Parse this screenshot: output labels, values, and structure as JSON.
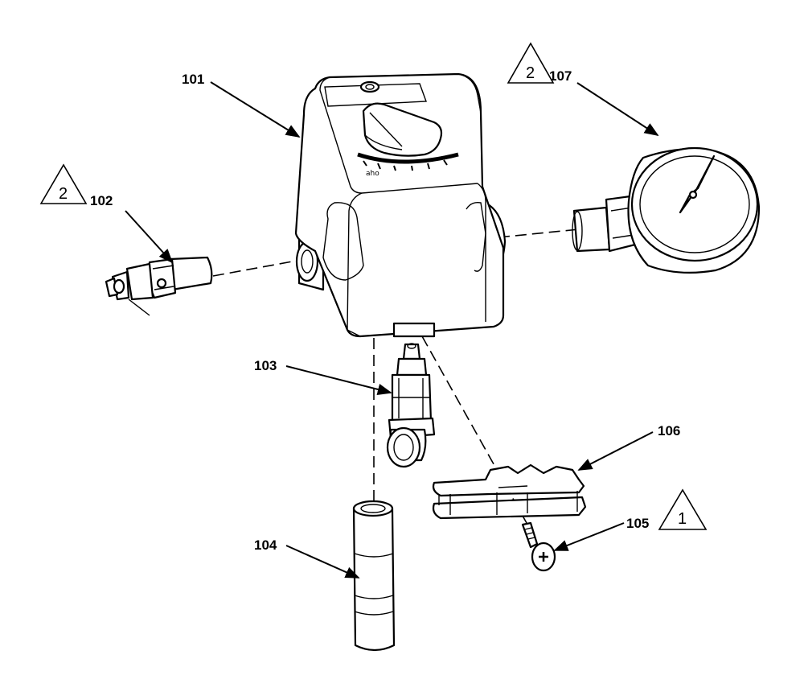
{
  "callouts": {
    "p101": "101",
    "p102": "102",
    "p103": "103",
    "p104": "104",
    "p105": "105",
    "p106": "106",
    "p107": "107"
  },
  "notes": {
    "note_102": "2",
    "note_107": "2",
    "note_105": "1"
  }
}
